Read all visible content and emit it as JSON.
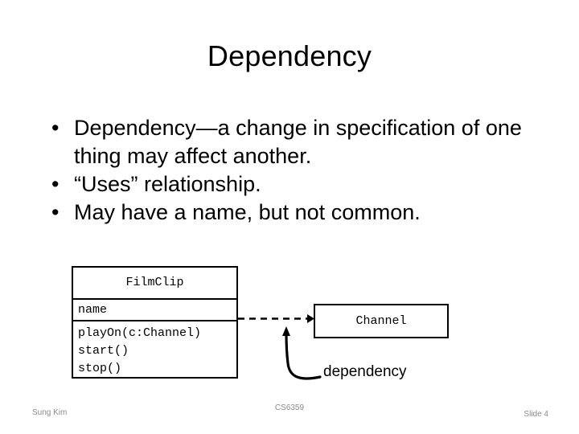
{
  "slide": {
    "title": "Dependency",
    "bullets": [
      {
        "text": "Dependency—a change in specification of one thing may affect another."
      },
      {
        "text": "“Uses” relationship."
      },
      {
        "text": "May have a name, but not common."
      }
    ],
    "bullet_marker": "•"
  },
  "diagram": {
    "type": "uml-class-dependency",
    "classes": [
      {
        "id": "filmclip",
        "name": "FilmClip",
        "attributes": [
          "name"
        ],
        "operations": [
          "playOn(c:Channel)",
          "start()",
          "stop()"
        ]
      },
      {
        "id": "channel",
        "name": "Channel",
        "attributes": [],
        "operations": []
      }
    ],
    "relationship": {
      "kind": "dependency",
      "style": "dashed-open-arrow",
      "from": "FilmClip",
      "to": "Channel",
      "annotation": "dependency"
    },
    "line_color": "#000000"
  },
  "footer": {
    "author": "Sung Kim",
    "course": "CS6359",
    "slide_number": "Slide 4"
  }
}
